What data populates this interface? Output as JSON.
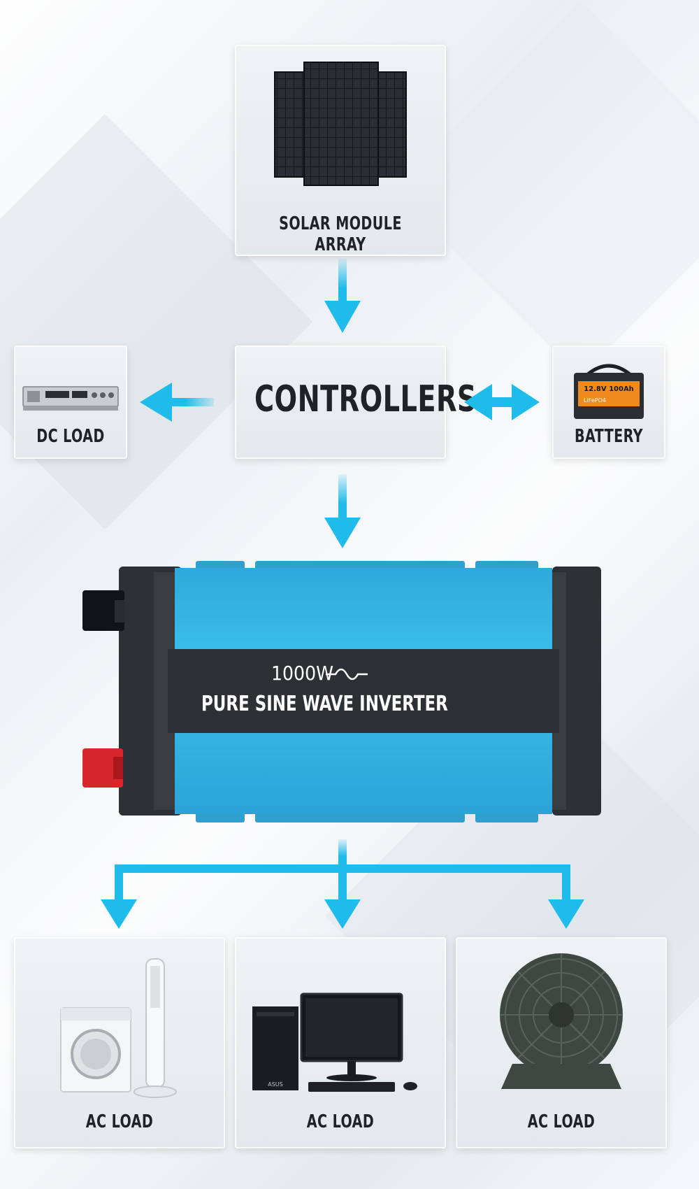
{
  "nodes": {
    "solar": {
      "label": "SOLAR MODULE ARRAY"
    },
    "controllers": {
      "label": "CONTROLLERS"
    },
    "dc_load": {
      "label": "DC LOAD"
    },
    "battery": {
      "label": "BATTERY",
      "printed_rating": "12.8V 100Ah",
      "printed_type": "LiFePO4"
    },
    "inverter": {
      "power": "1000W",
      "title": "PURE SINE WAVE INVERTER"
    },
    "ac_load_1": {
      "label": "AC LOAD"
    },
    "ac_load_2": {
      "label": "AC LOAD",
      "pc_brand": "ASUS"
    },
    "ac_load_3": {
      "label": "AC LOAD"
    }
  },
  "colors": {
    "arrow": "#1fbbea",
    "inverter_body": "#33b7e5",
    "inverter_dark": "#2d3034",
    "terminal_red": "#d9262b"
  }
}
